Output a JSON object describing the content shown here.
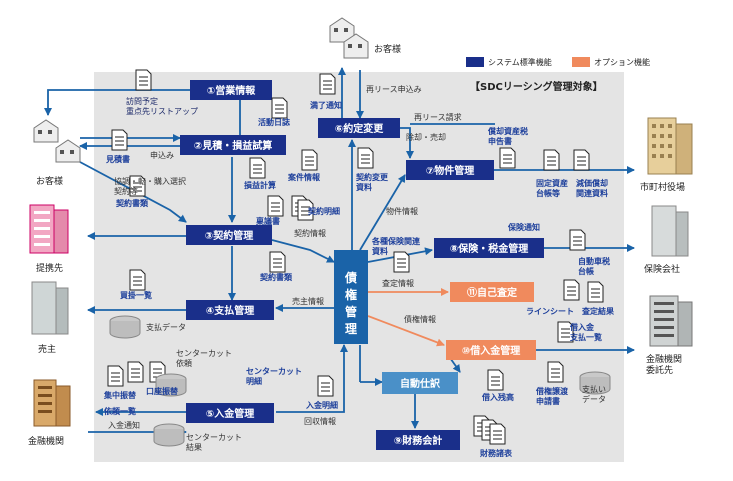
{
  "legend": {
    "standard": "システム標準機能",
    "option": "オプション機能",
    "standard_color": "#1a2f8a",
    "option_color": "#f08a5d"
  },
  "scope_title": "【SDCリーシング管理対象】",
  "modules": {
    "m1": "①営業情報",
    "m2": "②見積・損益試算",
    "m3": "③契約管理",
    "m4": "④支払管理",
    "m5": "⑤入金管理",
    "m6": "⑥約定変更",
    "m7": "⑦物件管理",
    "m8": "⑧保険・税金管理",
    "m9": "⑨財務会計",
    "m10": "⑩借入金管理",
    "m11": "⑪自己査定",
    "central": "債権管理",
    "auto": "自動仕訳"
  },
  "actors": {
    "customer_left": "お客様",
    "customer_top": "お客様",
    "partner": "提携先",
    "seller": "売主",
    "bank": "金融機関",
    "city": "市町村役場",
    "insurance": "保険会社",
    "finance": "金融機関\n委託先"
  },
  "documents": {
    "visit": "訪問予定\n重点先リストアップ",
    "activity_log": "活動日誌",
    "estimate": "見積書",
    "profit_calc": "損益計算",
    "case_info": "案件情報",
    "contract_docs": "契約書類",
    "ringi": "稟議書",
    "contract_detail": "契約明細",
    "contract_books": "契約書類",
    "payment_list": "買掛一覧",
    "payment_data": "支払データ",
    "center_cut_req": "センターカット\n依頼",
    "account_transfer": "口座振替",
    "collect_transfer": "集中振替",
    "request_list": "依頼一覧",
    "center_cut_detail": "センターカット\n明細",
    "payment_detail": "入金明細",
    "center_cut_result": "センターカット\n結果",
    "end_notice": "満了通知",
    "change_docs": "契約変更\n資料",
    "depreciation_tax": "償却資産税\n申告書",
    "fixed_asset": "固定資産\n台帳等",
    "depreciation_docs": "減価償却\n関連資料",
    "insurance_notice": "保険通知",
    "auto_tax": "自動車税\n台帳",
    "line_sheet": "ラインシート",
    "assess_result": "査定結果",
    "loan_list": "借入金\n支払一覧",
    "loan_transfer": "借入残高",
    "loan_request": "借権譲渡\n申請書",
    "pay_data": "支払い\nデータ",
    "fin_report": "財務諸表"
  },
  "flows": {
    "apply": "申込み",
    "consult": "協調・転・購入選択\n契約等",
    "contract_info": "契約情報",
    "sales_info": "売主情報",
    "collect_info": "回収情報",
    "receipt_notice": "入金通知",
    "re_lease_apply": "再リース申込み",
    "re_lease_request": "再リース請求",
    "cancel": "除却・売却",
    "asset_info": "物件情報",
    "insurance_related": "各種保険関連\n資料",
    "assess_info": "査定情報",
    "debt_info": "債権情報"
  }
}
